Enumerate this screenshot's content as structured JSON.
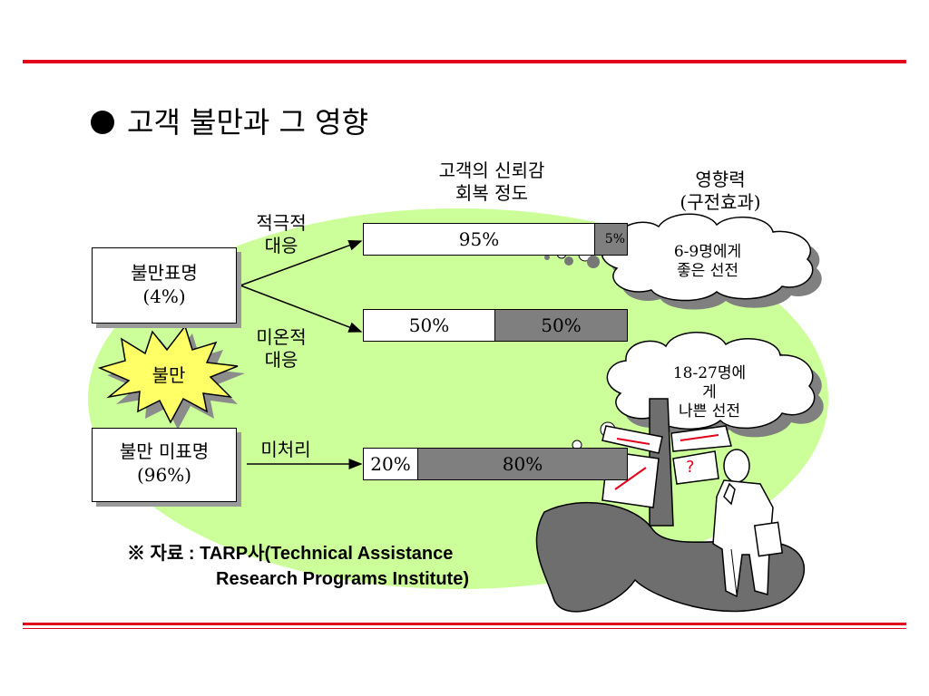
{
  "title": "고객 불만과 그 영향",
  "recovery_header": [
    "고객의 신뢰감",
    "회복 정도"
  ],
  "influence_header": [
    "영향력",
    "(구전효과)"
  ],
  "boxes": {
    "voiced": [
      "불만표명",
      "(4%)"
    ],
    "unvoiced": [
      "불만 미표명",
      "(96%)"
    ],
    "burst": "불만"
  },
  "responses": {
    "active": [
      "적극적",
      "대응"
    ],
    "passive": [
      "미온적",
      "대응"
    ],
    "unhandled": "미처리"
  },
  "bars": [
    {
      "name": "active",
      "left_label": "95%",
      "right_label": "5%"
    },
    {
      "name": "passive",
      "left_label": "50%",
      "right_label": "50%"
    },
    {
      "name": "unhandled",
      "left_label": "20%",
      "right_label": "80%"
    }
  ],
  "clouds": {
    "good": [
      "6-9명에게",
      "좋은 선전"
    ],
    "bad": [
      "18-27명에",
      "게",
      "나쁜 선전"
    ]
  },
  "signpost": {
    "question": "?"
  },
  "note": {
    "line1": "※ 자료 : TARP사(Technical Assistance",
    "line2": "Research Programs Institute)"
  },
  "colors": {
    "accent_red": "#e3001b",
    "ellipse_green": "#ccff99",
    "burst_yellow": "#ffff66",
    "bar_gray": "#7f7f7f",
    "cloud_shadow": "#808080"
  }
}
